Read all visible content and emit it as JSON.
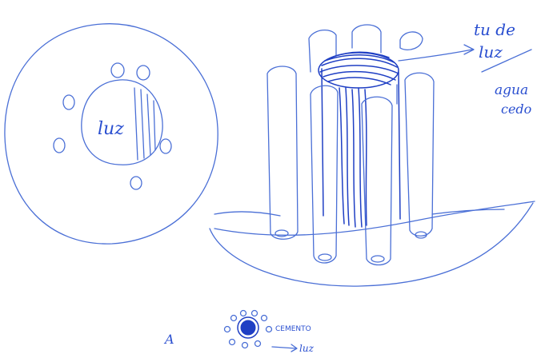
{
  "labels": {
    "left_center": "luz",
    "right_top_1": "tu de",
    "right_top_2": "luz",
    "right_side_1": "agua",
    "right_side_2": "cedo",
    "bottom_letter": "A",
    "bottom_label_1": "CEMENTO",
    "bottom_label_2": "luz"
  },
  "colors": {
    "ink": "#2a4fd0",
    "ink_light": "#4a6fd6",
    "paper": "#ffffff"
  }
}
